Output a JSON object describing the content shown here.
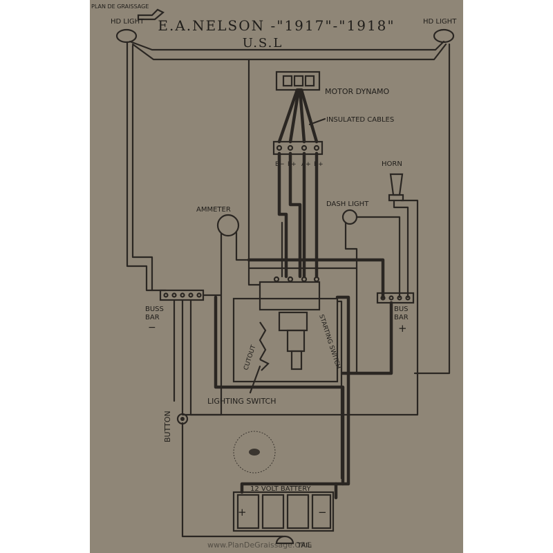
{
  "title": "E.A.NELSON -\"1917\"-\"1918\"",
  "subtitle": "U.S.L",
  "logo_text": "PLAN DE GRAISSAGE",
  "labels": {
    "headlight_left": "HD LIGHT",
    "headlight_right": "HD LIGHT",
    "motor_dynamo": "MOTOR DYNAMO",
    "insulated_cables": "INSULATED CABLES",
    "horn": "HORN",
    "ammeter": "AMMETER",
    "dash_light": "DASH LIGHT",
    "buss_bar_left": "BUSS",
    "buss_bar_left_2": "BAR",
    "buss_bar_left_sign": "−",
    "bus_bar_right": "BUS",
    "bus_bar_right_2": "BAR",
    "bus_bar_right_sign": "+",
    "cutout": "CUTOUT",
    "starting_switch": "STARTING SWITCH",
    "lighting_switch": "LIGHTING SWITCH",
    "button": "BUTTON",
    "battery": "12 VOLT BATTERY",
    "battery_plus": "+",
    "battery_minus": "−",
    "tail": "TAIL",
    "terminal_labels": [
      "B−",
      "F+",
      "A+",
      "B+"
    ],
    "watermark": "www.PlanDeGraissage.ORG"
  },
  "colors": {
    "paper": "#8f8677",
    "ink": "#2a2622"
  }
}
